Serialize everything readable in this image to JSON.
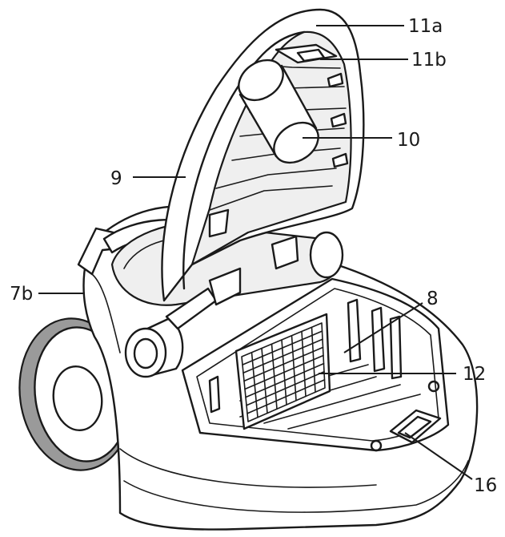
{
  "labels": {
    "l_11a": "11a",
    "l_11b": "11b",
    "l_10": "10",
    "l_9": "9",
    "l_8": "8",
    "l_7b": "7b",
    "l_12": "12",
    "l_16": "16"
  },
  "colors": {
    "line": "#1a1a1a",
    "tire": "#9a9a9a",
    "background": "#ffffff"
  }
}
